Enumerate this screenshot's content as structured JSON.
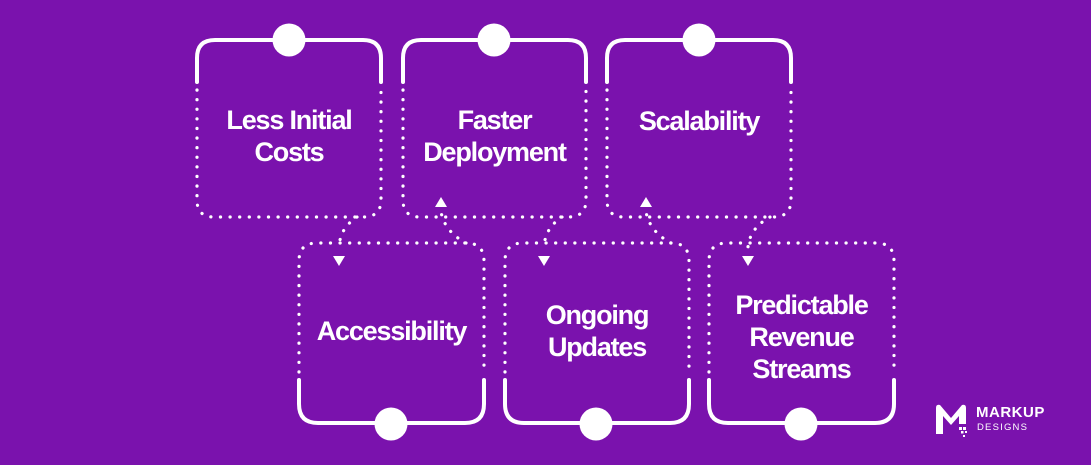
{
  "steps": {
    "less_initial_costs": [
      "Less Initial",
      "Costs"
    ],
    "faster_deployment": [
      "Faster",
      "Deployment"
    ],
    "scalability": [
      "Scalability"
    ],
    "accessibility": [
      "Accessibility"
    ],
    "ongoing_updates": [
      "Ongoing",
      "Updates"
    ],
    "predictable_revenue_streams": [
      "Predictable",
      "Revenue",
      "Streams"
    ]
  },
  "logo": {
    "brand": "MARKUP",
    "sub": "DESIGNS"
  },
  "colors": {
    "background": "#7a12ad",
    "foreground": "#ffffff"
  }
}
